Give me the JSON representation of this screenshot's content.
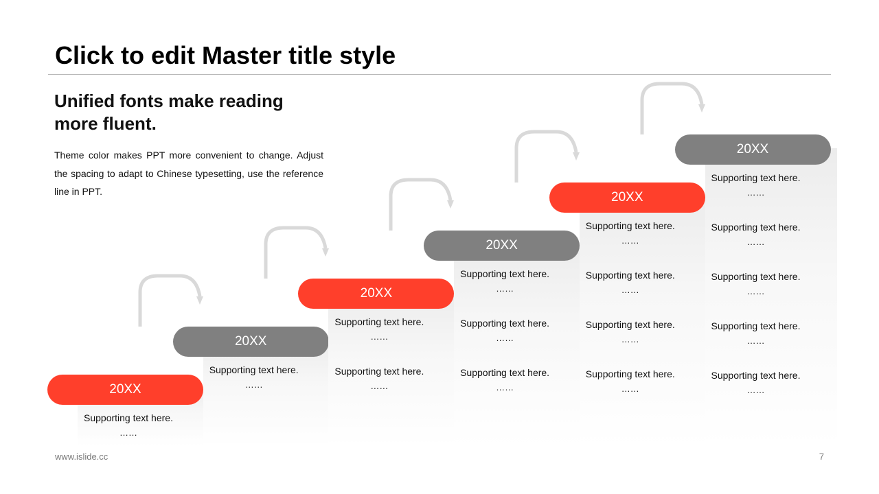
{
  "title": "Click to edit Master title style",
  "subtitle": "Unified fonts make reading more fluent.",
  "body": "Theme color makes PPT more convenient to change. Adjust the spacing to adapt to Chinese typesetting, use the reference line in PPT.",
  "footer": {
    "url": "www.islide.cc",
    "page": "7"
  },
  "colors": {
    "accent": "#ff3f2b",
    "neutral": "#808080",
    "arrow": "#d9d9d9"
  },
  "icons": {
    "step_arrow": "curved-arrow-icon"
  },
  "stages": [
    {
      "label": "20XX",
      "color": "red",
      "items": [
        {
          "text": "Supporting text here.",
          "more": "……"
        }
      ]
    },
    {
      "label": "20XX",
      "color": "gray",
      "items": [
        {
          "text": "Supporting text here.",
          "more": "……"
        }
      ]
    },
    {
      "label": "20XX",
      "color": "red",
      "items": [
        {
          "text": "Supporting text here.",
          "more": "……"
        },
        {
          "text": "Supporting text here.",
          "more": "……"
        }
      ]
    },
    {
      "label": "20XX",
      "color": "gray",
      "items": [
        {
          "text": "Supporting text here.",
          "more": "……"
        },
        {
          "text": "Supporting text here.",
          "more": "……"
        },
        {
          "text": "Supporting text here.",
          "more": "……"
        }
      ]
    },
    {
      "label": "20XX",
      "color": "red",
      "items": [
        {
          "text": "Supporting text here.",
          "more": "……"
        },
        {
          "text": "Supporting text here.",
          "more": "……"
        },
        {
          "text": "Supporting text here.",
          "more": "……"
        },
        {
          "text": "Supporting text here.",
          "more": "……"
        }
      ]
    },
    {
      "label": "20XX",
      "color": "gray",
      "items": [
        {
          "text": "Supporting text here.",
          "more": "……"
        },
        {
          "text": "Supporting text here.",
          "more": "……"
        },
        {
          "text": "Supporting text here.",
          "more": "……"
        },
        {
          "text": "Supporting text here.",
          "more": "……"
        },
        {
          "text": "Supporting text here.",
          "more": "……"
        }
      ]
    }
  ]
}
